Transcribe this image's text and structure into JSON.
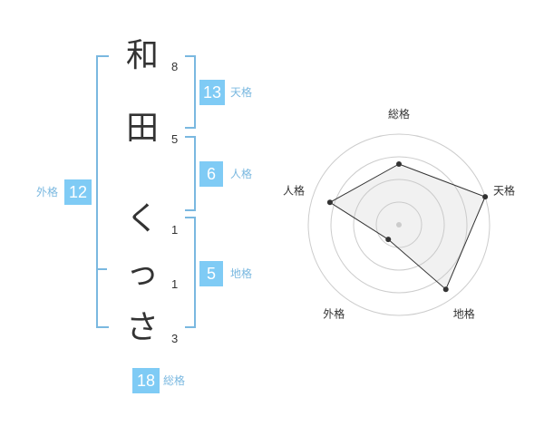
{
  "name_chars": [
    {
      "char": "和",
      "strokes": "8"
    },
    {
      "char": "田",
      "strokes": "5"
    },
    {
      "char": "く",
      "strokes": "1"
    },
    {
      "char": "っ",
      "strokes": "1"
    },
    {
      "char": "さ",
      "strokes": "3"
    }
  ],
  "kaku": {
    "tenkaku": {
      "value": "13",
      "label": "天格"
    },
    "jinkaku": {
      "value": "6",
      "label": "人格"
    },
    "chikaku": {
      "value": "5",
      "label": "地格"
    },
    "gaikaku": {
      "value": "12",
      "label": "外格"
    },
    "soukaku": {
      "value": "18",
      "label": "総格"
    }
  },
  "colors": {
    "accent": "#7fcbf5",
    "bracket": "#7ab8e0",
    "text": "#333333"
  },
  "chart_data": {
    "type": "radar",
    "axes": [
      "総格",
      "天格",
      "地格",
      "外格",
      "人格"
    ],
    "series": [
      {
        "values": [
          0.67,
          1.0,
          0.88,
          0.2,
          0.8
        ]
      }
    ],
    "range": [
      0,
      1
    ],
    "rings": 4
  }
}
